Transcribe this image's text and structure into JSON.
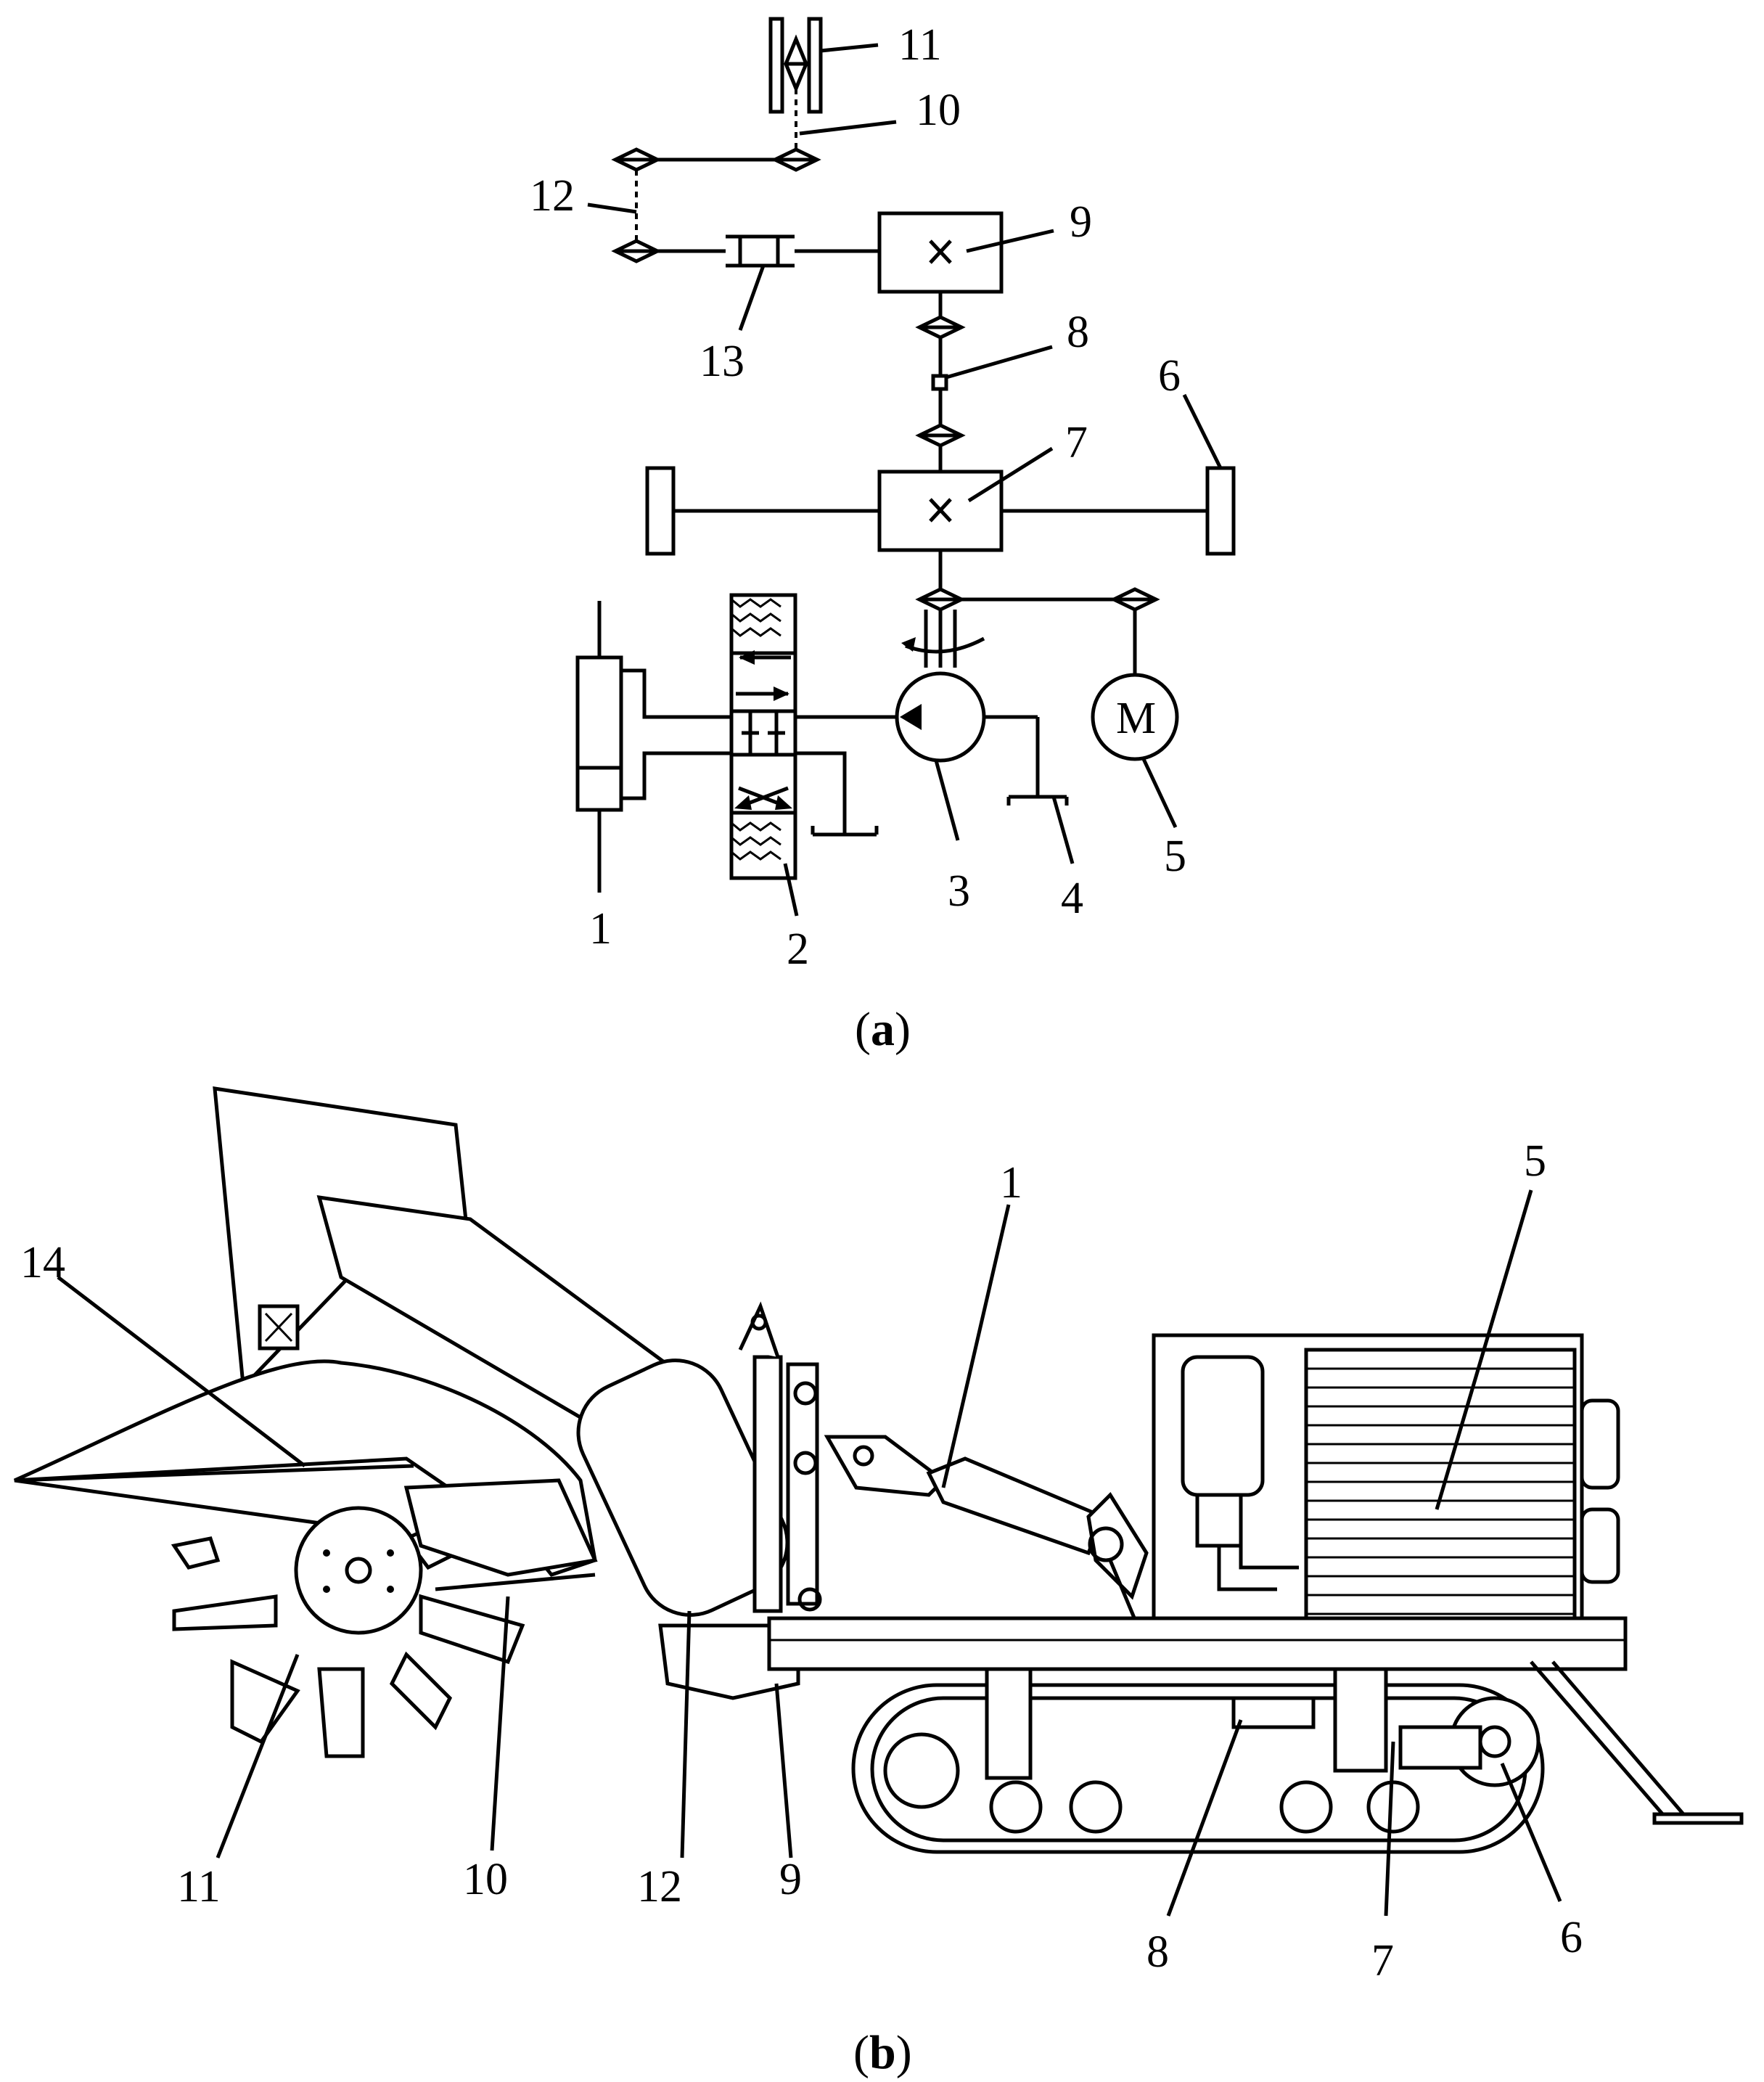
{
  "panel_a": {
    "caption_open": "(",
    "caption_letter": "a",
    "caption_close": ")",
    "labels": {
      "l1": "1",
      "l2": "2",
      "l3": "3",
      "l4": "4",
      "l5": "5",
      "l6": "6",
      "l7": "7",
      "l8": "8",
      "l9": "9",
      "l10": "10",
      "l11": "11",
      "l12": "12",
      "l13": "13"
    },
    "motor_symbol": "M"
  },
  "panel_b": {
    "caption_open": "(",
    "caption_letter": "b",
    "caption_close": ")",
    "labels": {
      "l1": "1",
      "l5": "5",
      "l6": "6",
      "l7": "7",
      "l8": "8",
      "l9": "9",
      "l10": "10",
      "l11": "11",
      "l12": "12",
      "l14": "14"
    }
  }
}
